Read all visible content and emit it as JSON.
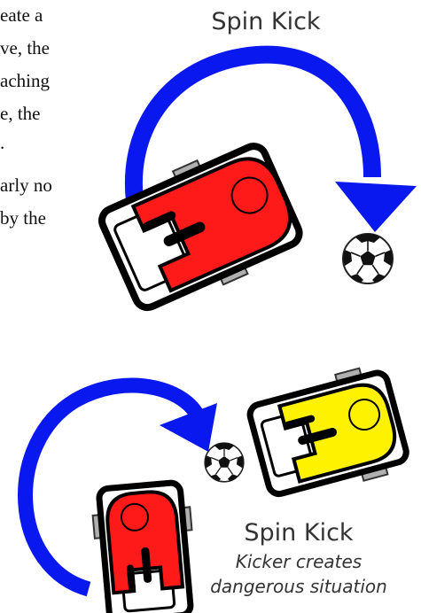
{
  "body_text": {
    "lines": [
      "eate a",
      "ve, the",
      "aching",
      "e, the",
      ".",
      "arly no",
      "by the"
    ]
  },
  "top": {
    "title": "Spin Kick"
  },
  "bottom": {
    "title": "Spin Kick",
    "caption_line1": "Kicker creates",
    "caption_line2": "dangerous situation"
  },
  "colors": {
    "arrow": "#0a18f0",
    "robot_red": "#ff1a1a",
    "robot_yellow": "#fff200",
    "robot_outline": "#000000",
    "wheel": "#b0b0b0"
  },
  "icons": [
    "curved-arrow",
    "robot-red",
    "robot-yellow",
    "soccer-ball"
  ]
}
